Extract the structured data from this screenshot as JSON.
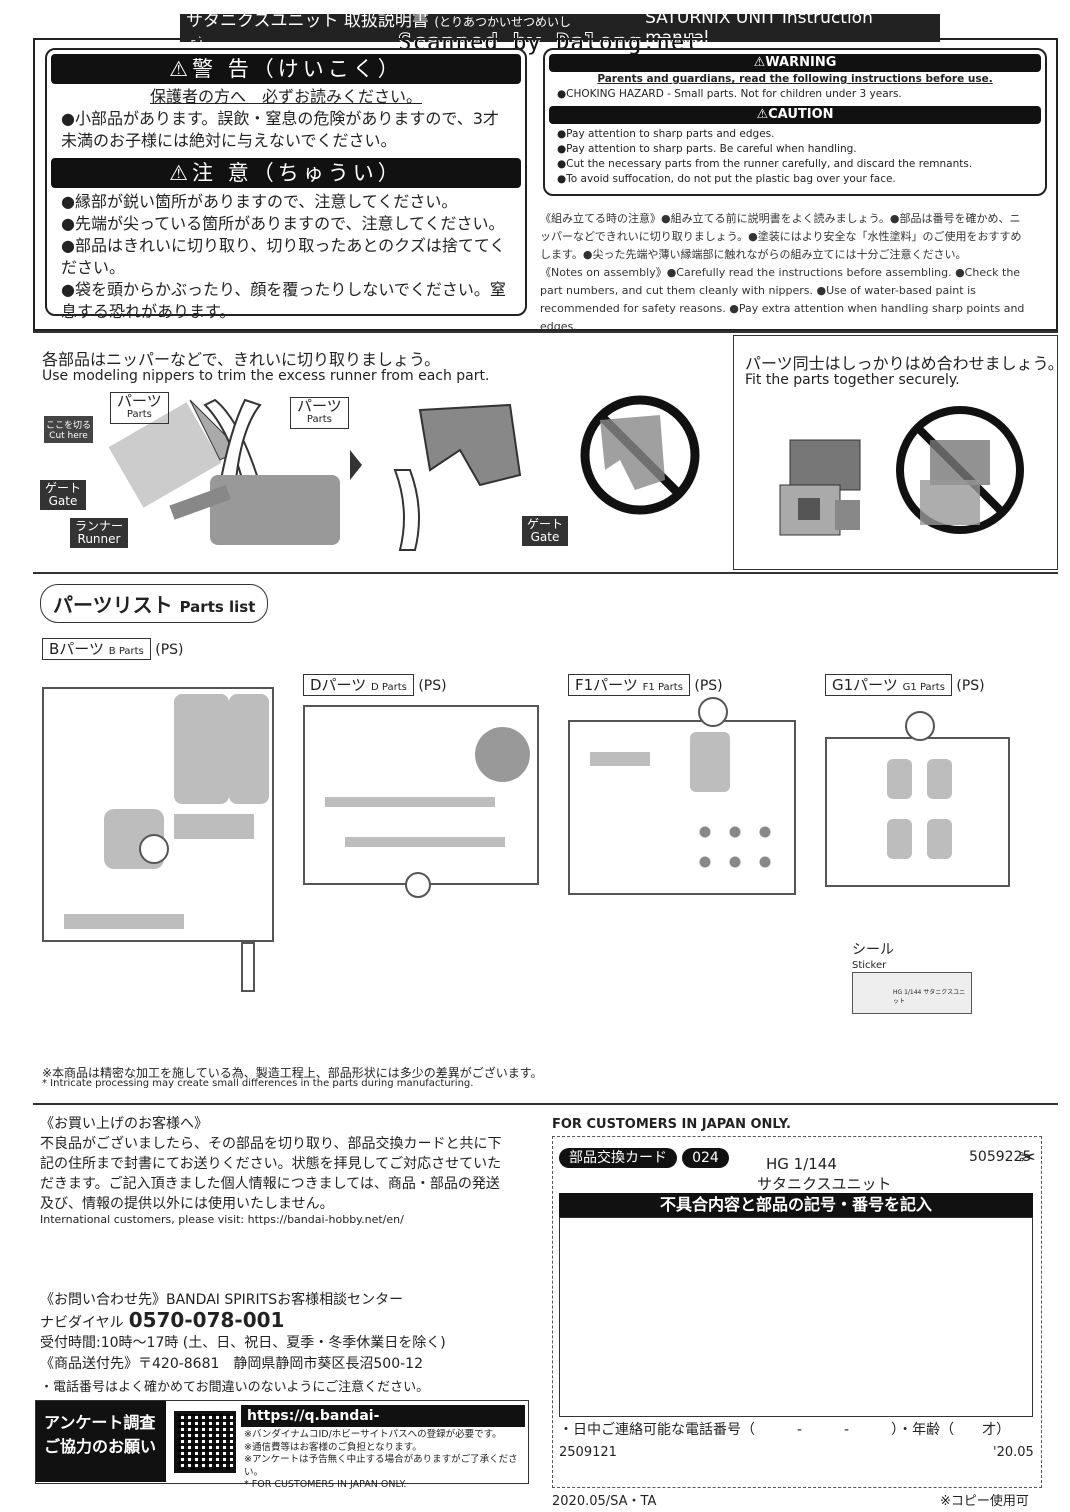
{
  "header": {
    "title_jp": "サタニクスユニット 取扱説明書",
    "title_reading": "(とりあつかいせつめいしょ)",
    "title_en": "SATURNIX UNIT Instruction manual"
  },
  "watermark": "Scanned by Dalong.net",
  "warning_jp": {
    "title": "⚠警 告（けいこく）",
    "subtitle": "保護者の方へ　必ずお読みください。",
    "text": "●小部品があります。誤飲・窒息の危険がありますので、3才未満のお子様には絶対に与えないでください。"
  },
  "caution_jp": {
    "title": "⚠注 意（ちゅうい）",
    "items": [
      "●縁部が鋭い箇所がありますので、注意してください。",
      "●先端が尖っている箇所がありますので、注意してください。",
      "●部品はきれいに切り取り、切り取ったあとのクズは捨ててください。",
      "●袋を頭からかぶったり、顔を覆ったりしないでください。窒息する恐れがあります。"
    ]
  },
  "warning_en": {
    "title": "⚠WARNING",
    "subtitle": "Parents and guardians, read the following instructions before use.",
    "text": "●CHOKING HAZARD - Small parts. Not for children under 3 years."
  },
  "caution_en": {
    "title": "⚠CAUTION",
    "items": [
      "●Pay attention to sharp parts and edges.",
      "●Pay attention to sharp parts. Be careful when handling.",
      "●Cut the necessary parts from the runner carefully, and discard the remnants.",
      "●To avoid suffocation, do not put the plastic bag over your face."
    ]
  },
  "notes": {
    "jp": "《組み立てる時の注意》●組み立てる前に説明書をよく読みましょう。●部品は番号を確かめ、ニッパーなどできれいに切り取りましょう。●塗装にはより安全な「水性塗料」のご使用をおすすめします。●尖った先端や薄い縁端部に触れながらの組み立てには十分ご注意ください。",
    "en": "《Notes on assembly》●Carefully read the instructions before assembling. ●Check the part numbers, and cut them cleanly with nippers. ●Use of water-based paint is recommended for safety reasons. ●Pay extra attention when handling sharp points and edges."
  },
  "nipper": {
    "jp": "各部品はニッパーなどで、きれいに切り取りましょう。",
    "en": "Use modeling nippers to trim the excess runner from each part.",
    "labels": {
      "parts_jp": "パーツ",
      "parts_en": "Parts",
      "cut_jp": "ここを切る",
      "cut_en": "Cut here",
      "gate_jp": "ゲート",
      "gate_en": "Gate",
      "runner_jp": "ランナー",
      "runner_en": "Runner"
    }
  },
  "fit": {
    "jp": "パーツ同士はしっかりはめ合わせましょう。",
    "en": "Fit the parts together securely."
  },
  "parts_list": {
    "title_jp": "パーツリスト",
    "title_en": "Parts list",
    "runners": [
      {
        "name_jp": "Bパーツ",
        "name_en": "B Parts",
        "material": "(PS)"
      },
      {
        "name_jp": "Dパーツ",
        "name_en": "D Parts",
        "material": "(PS)"
      },
      {
        "name_jp": "F1パーツ",
        "name_en": "F1 Parts",
        "material": "(PS)"
      },
      {
        "name_jp": "G1パーツ",
        "name_en": "G1 Parts",
        "material": "(PS)"
      }
    ],
    "sticker_jp": "シール",
    "sticker_en": "Sticker",
    "sticker_text": "HG 1/144 サタニクスユニット",
    "note_jp": "※本商品は精密な加工を施している為、製造工程上、部品形状には多少の差異がございます。",
    "note_en": "* Intricate processing may create small differences in the parts during manufacturing."
  },
  "customer": {
    "heading": "《お買い上げのお客様へ》",
    "body": "不良品がございましたら、その部品を切り取り、部品交換カードと共に下記の住所まで封書にてお送りください。状態を拝見してご対応させていただきます。ご記入頂きました個人情報につきましては、商品・部品の発送及び、情報の提供以外には使用いたしません。",
    "intl": "International customers, please visit: https://bandai-hobby.net/en/",
    "contact": "《お問い合わせ先》BANDAI SPIRITSお客様相談センター",
    "navi_label": "ナビダイヤル",
    "phone": "0570-078-001",
    "hours": "受付時間:10時〜17時 (土、日、祝日、夏季・冬季休業日を除く)",
    "address": "《商品送付先》〒420-8681　静岡県静岡市葵区長沼500-12",
    "phone_note": "・電話番号はよく確かめてお間違いのないようにご注意ください。",
    "survey_title": "アンケート調査ご協力のお願い",
    "survey_url": "https://q.bandai-hobby.net/enquete/",
    "survey_notes": [
      "※バンダイナムコID/ホビーサイトパスへの登録が必要です。",
      "※通信費等はお客様のご負担となります。",
      "※アンケートは予告無く中止する場合がありますがご了承ください。",
      "* FOR CUSTOMERS IN JAPAN ONLY."
    ]
  },
  "card": {
    "japan_only": "FOR CUSTOMERS IN JAPAN ONLY.",
    "label": "部品交換カード",
    "number": "024",
    "product_line": "HG 1/144",
    "product_name": "サタニクスユニット",
    "code": "5059225",
    "bar": "不具合内容と部品の記号・番号を記入",
    "phone_field": "・日中ご連絡可能な電話番号（　　　-　　　-　　　）・年齢（　　才）",
    "left_code": "2509121",
    "right_code": "'20.05"
  },
  "footer": {
    "left": "2020.05/SA・TA",
    "right": "※コピー使用可"
  }
}
